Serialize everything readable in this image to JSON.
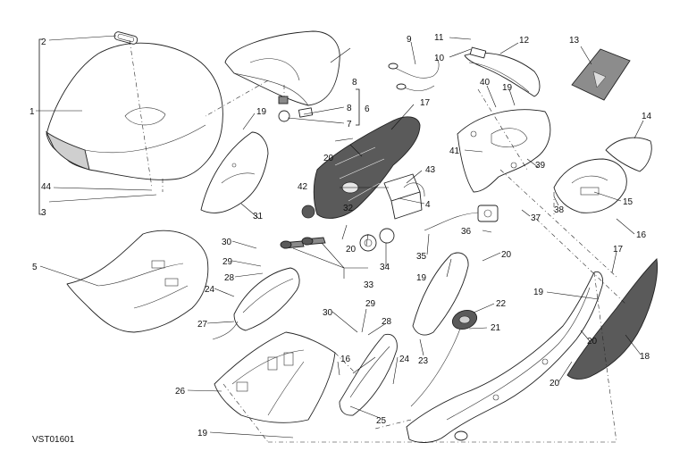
{
  "diagram_code": "VST01601",
  "callouts": [
    {
      "id": "c1",
      "label": "1"
    },
    {
      "id": "c2",
      "label": "2"
    },
    {
      "id": "c3",
      "label": "3"
    },
    {
      "id": "c4",
      "label": "4"
    },
    {
      "id": "c5",
      "label": "5"
    },
    {
      "id": "c6",
      "label": "6"
    },
    {
      "id": "c7",
      "label": "7"
    },
    {
      "id": "c8a",
      "label": "8"
    },
    {
      "id": "c8b",
      "label": "8"
    },
    {
      "id": "c9",
      "label": "9"
    },
    {
      "id": "c10",
      "label": "10"
    },
    {
      "id": "c11",
      "label": "11"
    },
    {
      "id": "c12",
      "label": "12"
    },
    {
      "id": "c13",
      "label": "13"
    },
    {
      "id": "c14",
      "label": "14"
    },
    {
      "id": "c15",
      "label": "15"
    },
    {
      "id": "c16a",
      "label": "16"
    },
    {
      "id": "c16b",
      "label": "16"
    },
    {
      "id": "c17a",
      "label": "17"
    },
    {
      "id": "c17b",
      "label": "17"
    },
    {
      "id": "c18",
      "label": "18"
    },
    {
      "id": "c19a",
      "label": "19"
    },
    {
      "id": "c19b",
      "label": "19"
    },
    {
      "id": "c19c",
      "label": "19"
    },
    {
      "id": "c19d",
      "label": "19"
    },
    {
      "id": "c19e",
      "label": "19"
    },
    {
      "id": "c20a",
      "label": "20"
    },
    {
      "id": "c20b",
      "label": "20"
    },
    {
      "id": "c20c",
      "label": "20"
    },
    {
      "id": "c20d",
      "label": "20"
    },
    {
      "id": "c20e",
      "label": "20"
    },
    {
      "id": "c21",
      "label": "21"
    },
    {
      "id": "c22",
      "label": "22"
    },
    {
      "id": "c23",
      "label": "23"
    },
    {
      "id": "c24a",
      "label": "24"
    },
    {
      "id": "c24b",
      "label": "24"
    },
    {
      "id": "c25",
      "label": "25"
    },
    {
      "id": "c26",
      "label": "26"
    },
    {
      "id": "c27",
      "label": "27"
    },
    {
      "id": "c28a",
      "label": "28"
    },
    {
      "id": "c28b",
      "label": "28"
    },
    {
      "id": "c29a",
      "label": "29"
    },
    {
      "id": "c29b",
      "label": "29"
    },
    {
      "id": "c30a",
      "label": "30"
    },
    {
      "id": "c30b",
      "label": "30"
    },
    {
      "id": "c31",
      "label": "31"
    },
    {
      "id": "c32",
      "label": "32"
    },
    {
      "id": "c33",
      "label": "33"
    },
    {
      "id": "c34",
      "label": "34"
    },
    {
      "id": "c35",
      "label": "35"
    },
    {
      "id": "c36",
      "label": "36"
    },
    {
      "id": "c37",
      "label": "37"
    },
    {
      "id": "c38",
      "label": "38"
    },
    {
      "id": "c39",
      "label": "39"
    },
    {
      "id": "c40",
      "label": "40"
    },
    {
      "id": "c41",
      "label": "41"
    },
    {
      "id": "c42",
      "label": "42"
    },
    {
      "id": "c43",
      "label": "43"
    },
    {
      "id": "c44",
      "label": "44"
    }
  ]
}
